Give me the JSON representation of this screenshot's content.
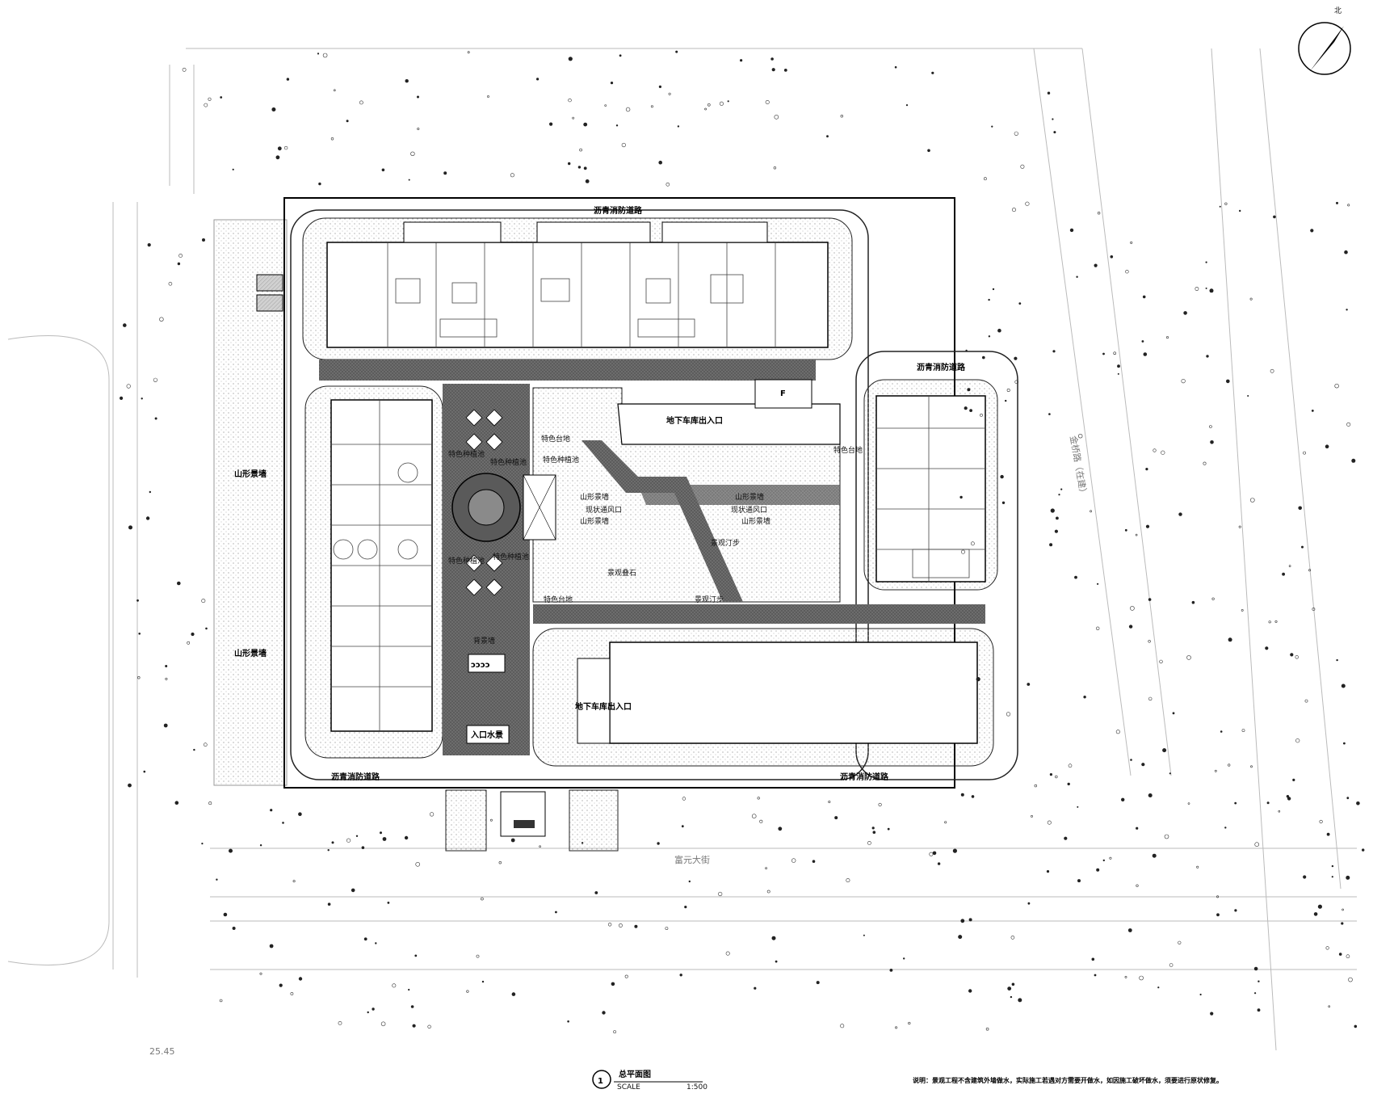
{
  "drawing": {
    "title": "总平面图",
    "number": "1",
    "scale_label": "SCALE",
    "scale_value": "1:500",
    "north_label": "北",
    "note": "说明：景观工程不含建筑外墙做水，实际施工若遇对方需要开做水，如因施工破坏做水，须要进行原状修复。"
  },
  "labels": {
    "fire_road_north": "沥青消防道路",
    "fire_road_east": "沥青消防道路",
    "fire_road_south_west": "沥青消防道路",
    "fire_road_south_east": "沥青消防道路",
    "mountain_wall_1": "山形景墙",
    "mountain_wall_2": "山形景墙",
    "garage_entrance_north": "地下车库出入口",
    "garage_entrance_south": "地下车库出入口",
    "feature_terrace_1": "特色台地",
    "feature_terrace_2": "特色台地",
    "feature_terrace_3": "特色台地",
    "feature_planter_1": "特色种植池",
    "feature_planter_2": "特色种植池",
    "feature_planter_3": "特色种植池",
    "feature_planter_4": "特色种植池",
    "mountain_landscape_1": "山形景墙",
    "mountain_landscape_2": "山形景墙",
    "mountain_landscape_3": "山形景墙",
    "mountain_landscape_4": "山形景墙",
    "vent_1": "现状通风口",
    "vent_2": "现状通风口",
    "stepping_1": "景观汀步",
    "stepping_2": "景观汀步",
    "rockery": "景观叠石",
    "backdrop_wall": "背景墙",
    "entrance_water": "入口水景",
    "street_1": "富元大街",
    "f_mark": "F",
    "east_street": "金桥路（在建）",
    "scale_text": "25.45"
  }
}
